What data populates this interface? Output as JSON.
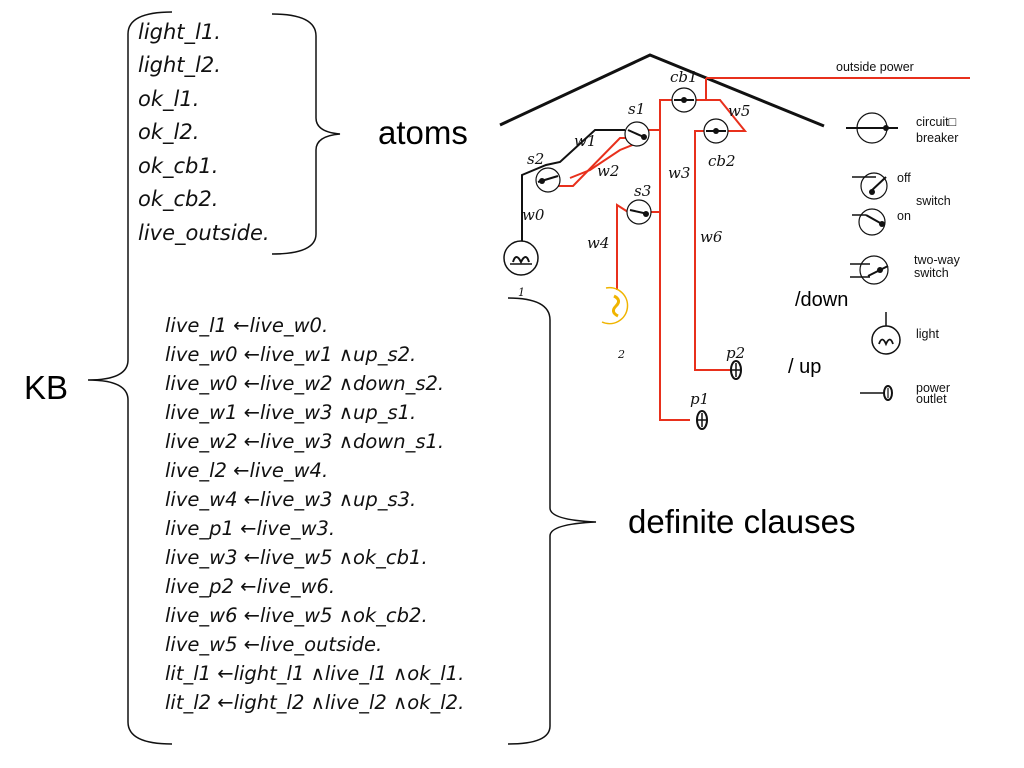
{
  "kb_label": "KB",
  "atoms_label": "atoms",
  "clauses_label": "definite clauses",
  "atoms": [
    "light_l1.",
    "light_l2.",
    "ok_l1.",
    "ok_l2.",
    "ok_cb1.",
    "ok_cb2.",
    "live_outside."
  ],
  "clauses": [
    "live_l1 ←live_w0.",
    "live_w0 ←live_w1 ∧up_s2.",
    "live_w0 ←live_w2 ∧down_s2.",
    "live_w1 ←live_w3 ∧up_s1.",
    "live_w2 ←live_w3 ∧down_s1.",
    "live_l2 ←live_w4.",
    "live_w4 ←live_w3 ∧up_s3.",
    "live_p1 ←live_w3.",
    "live_w3 ←live_w5 ∧ok_cb1.",
    "live_p2 ←live_w6.",
    "live_w6 ←live_w5 ∧ok_cb2.",
    "live_w5 ←live_outside.",
    "lit_l1 ←light_l1 ∧live_l1 ∧ok_l1.",
    "lit_l2 ←light_l2 ∧live_l2 ∧ok_l2."
  ],
  "diagram": {
    "outside_power": "outside power",
    "wires": [
      "w0",
      "w1",
      "w2",
      "w3",
      "w4",
      "w5",
      "w6"
    ],
    "switches": [
      "s1",
      "s2",
      "s3"
    ],
    "breakers": [
      "cb1",
      "cb2"
    ],
    "outlets": [
      "p1",
      "p2"
    ],
    "lights": [
      "1",
      "2"
    ],
    "down_note": "/down",
    "up_note": "/ up",
    "colors": {
      "live_wire": "#e8301c",
      "dead_wire": "#111111",
      "lit_bulb": "#f0b400"
    }
  },
  "legend": {
    "circuit_breaker": [
      "circuit□",
      "breaker"
    ],
    "switch_off": "off",
    "switch_label": "switch",
    "switch_on": "on",
    "two_way_switch": [
      "two-way",
      "switch"
    ],
    "light": "light",
    "power_outlet": [
      "power",
      "outlet"
    ]
  }
}
